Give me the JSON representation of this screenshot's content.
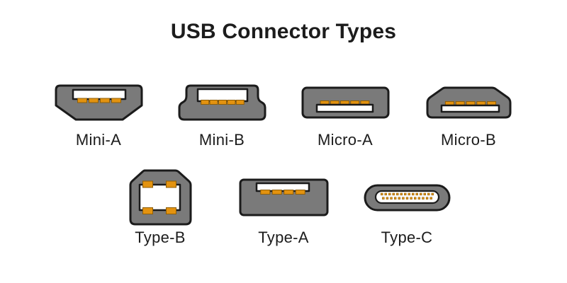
{
  "title": "USB Connector Types",
  "colors": {
    "background": "#ffffff",
    "text": "#1c1c1c",
    "body": "#7a7a7a",
    "outline": "#1b1b1b",
    "slot": "#ffffff",
    "pin": "#e39310",
    "pin_dark": "#8f5e06"
  },
  "rows": [
    {
      "connectors": [
        {
          "label": "Mini-A",
          "icon": "mini-a-connector-icon",
          "pins": 4
        },
        {
          "label": "Mini-B",
          "icon": "mini-b-connector-icon",
          "pins": 5
        },
        {
          "label": "Micro-A",
          "icon": "micro-a-connector-icon",
          "pins": 5
        },
        {
          "label": "Micro-B",
          "icon": "micro-b-connector-icon",
          "pins": 5
        }
      ]
    },
    {
      "connectors": [
        {
          "label": "Type-B",
          "icon": "type-b-connector-icon",
          "pins": 4
        },
        {
          "label": "Type-A",
          "icon": "type-a-connector-icon",
          "pins": 4
        },
        {
          "label": "Type-C",
          "icon": "type-c-connector-icon",
          "pins_top_row": 14,
          "pins_bottom_row": 13
        }
      ]
    }
  ]
}
